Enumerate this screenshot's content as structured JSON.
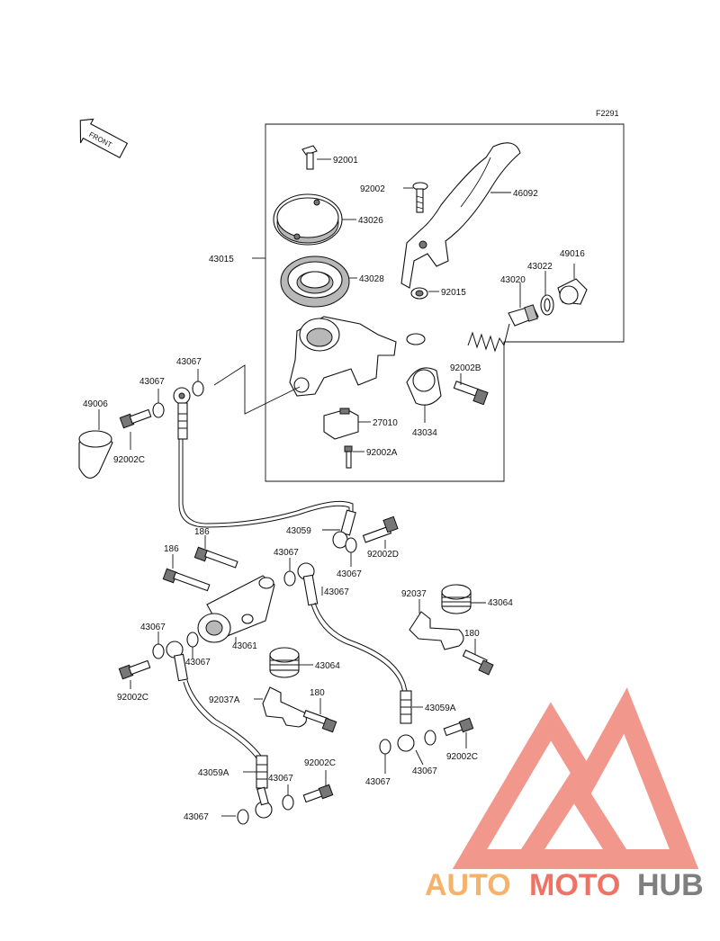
{
  "figure_code": "F2291",
  "front_label": "FRONT",
  "watermark": {
    "part1": "AUTO",
    "part2": "MOTO",
    "part3": "HUB",
    "color1": "#f6b26b",
    "color2": "#ee7364",
    "color3": "#7f7f7f"
  },
  "labels": [
    {
      "id": "l92001",
      "text": "92001"
    },
    {
      "id": "l92002",
      "text": "92002"
    },
    {
      "id": "l46092",
      "text": "46092"
    },
    {
      "id": "l43026",
      "text": "43026"
    },
    {
      "id": "l43015",
      "text": "43015"
    },
    {
      "id": "l43028",
      "text": "43028"
    },
    {
      "id": "l43022",
      "text": "43022"
    },
    {
      "id": "l49016",
      "text": "49016"
    },
    {
      "id": "l43020",
      "text": "43020"
    },
    {
      "id": "l92015",
      "text": "92015"
    },
    {
      "id": "l92002B",
      "text": "92002B"
    },
    {
      "id": "l43067a",
      "text": "43067"
    },
    {
      "id": "l43067b",
      "text": "43067"
    },
    {
      "id": "l49006",
      "text": "49006"
    },
    {
      "id": "l27010",
      "text": "27010"
    },
    {
      "id": "l43034",
      "text": "43034"
    },
    {
      "id": "l92002A",
      "text": "92002A"
    },
    {
      "id": "l92002Ca",
      "text": "92002C"
    },
    {
      "id": "l43059",
      "text": "43059"
    },
    {
      "id": "l186a",
      "text": "186"
    },
    {
      "id": "l186b",
      "text": "186"
    },
    {
      "id": "l43067c",
      "text": "43067"
    },
    {
      "id": "l92002D",
      "text": "92002D"
    },
    {
      "id": "l43067d",
      "text": "43067"
    },
    {
      "id": "l43067e",
      "text": "43067"
    },
    {
      "id": "l92037",
      "text": "92037"
    },
    {
      "id": "l43064a",
      "text": "43064"
    },
    {
      "id": "l43067f",
      "text": "43067"
    },
    {
      "id": "l43061",
      "text": "43061"
    },
    {
      "id": "l180a",
      "text": "180"
    },
    {
      "id": "l43067g",
      "text": "43067"
    },
    {
      "id": "l43064b",
      "text": "43064"
    },
    {
      "id": "l92002Cb",
      "text": "92002C"
    },
    {
      "id": "l92037A",
      "text": "92037A"
    },
    {
      "id": "l180b",
      "text": "180"
    },
    {
      "id": "l43059A",
      "text": "43059A"
    },
    {
      "id": "l92002Cc",
      "text": "92002C"
    },
    {
      "id": "l92002Cd",
      "text": "92002C"
    },
    {
      "id": "l43059Ab",
      "text": "43059A"
    },
    {
      "id": "l43067h",
      "text": "43067"
    },
    {
      "id": "l43067i",
      "text": "43067"
    },
    {
      "id": "l43067j",
      "text": "43067"
    },
    {
      "id": "l43067k",
      "text": "43067"
    }
  ]
}
